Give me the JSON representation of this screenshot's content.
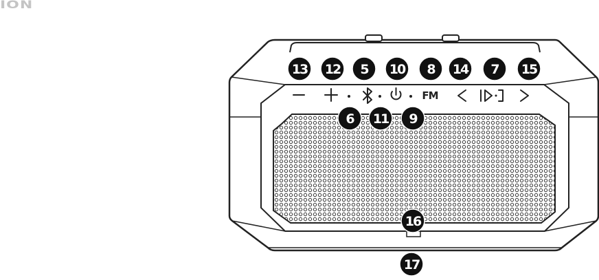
{
  "brand": {
    "logo_text": "ION"
  },
  "controls": {
    "fm_label": "FM"
  },
  "callouts": {
    "c13": "13",
    "c12": "12",
    "c5": "5",
    "c10": "10",
    "c8": "8",
    "c14": "14",
    "c7": "7",
    "c15": "15",
    "c6": "6",
    "c11": "11",
    "c9": "9",
    "c16": "16",
    "c17": "17"
  },
  "icons": {
    "volume_down": "minus-icon",
    "volume_up": "plus-icon",
    "bluetooth": "bluetooth-icon",
    "power": "power-icon",
    "previous": "chevron-left-icon",
    "play_link": "play-link-icon",
    "next": "chevron-right-icon"
  },
  "colors": {
    "line": "#222222",
    "callout_fill": "#111111",
    "logo": "#c4c4c4"
  }
}
